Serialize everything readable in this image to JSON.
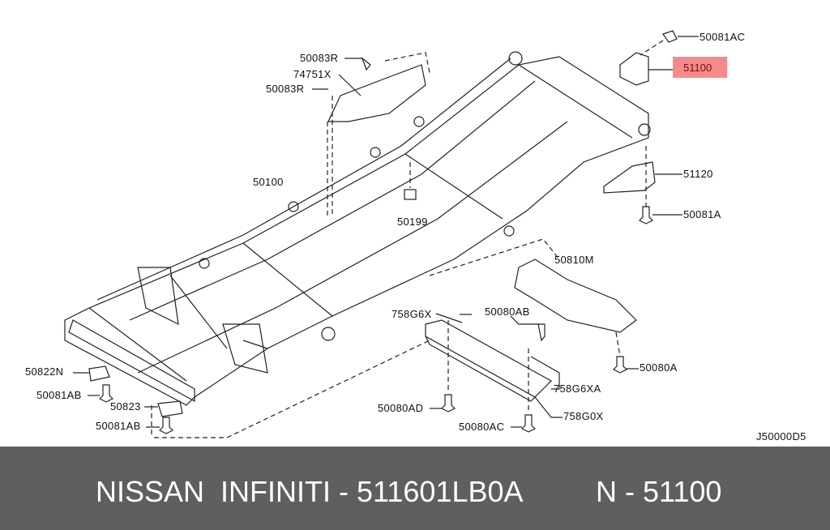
{
  "diagram": {
    "highlighted_part": "51100",
    "highlight_color": "#f58a8a",
    "reference_code": "J50000D5",
    "labels": {
      "p50081AC": "50081AC",
      "p51100": "51100",
      "p50083R_top": "50083R",
      "p74751X": "74751X",
      "p50083R_bottom": "50083R",
      "p50100": "50100",
      "p51120": "51120",
      "p50081A": "50081A",
      "p50199": "50199",
      "p50810M": "50810M",
      "p758G6X": "758G6X",
      "p50080AB": "50080AB",
      "p50080A": "50080A",
      "p50822N": "50822N",
      "p50081AB_top": "50081AB",
      "p50823": "50823",
      "p50081AB_bottom": "50081AB",
      "p50080AD": "50080AD",
      "p758G6XA": "758G6XA",
      "p758G0X": "758G0X",
      "p50080AC": "50080AC"
    }
  },
  "banner": {
    "brand": "NISSAN  INFINITI - 511601LB0A",
    "part_ref": "N - 51100",
    "background": "#5f5f5f"
  }
}
